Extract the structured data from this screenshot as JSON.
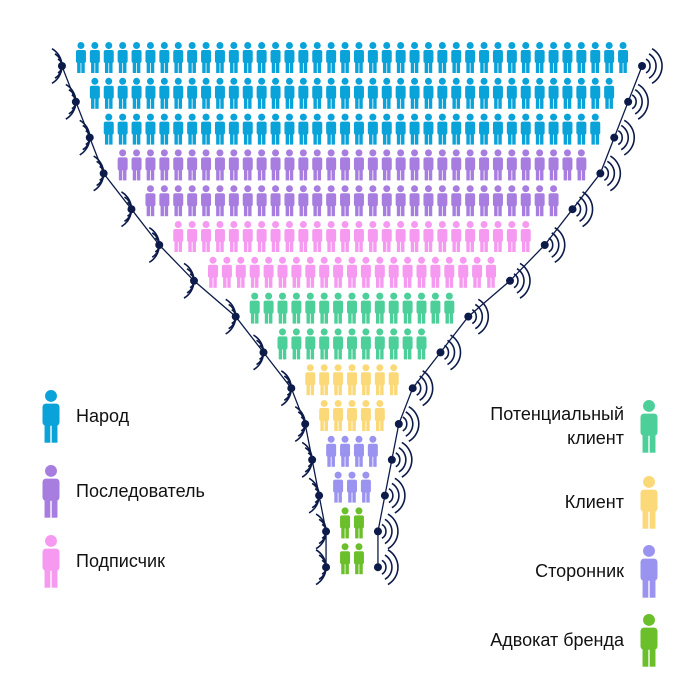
{
  "colors": {
    "people": "#0aa3d9",
    "follower": "#a77de0",
    "subscriber": "#f59af0",
    "prospect": "#4dcf9a",
    "client": "#fbd978",
    "supporter": "#9b93f0",
    "advocate": "#6bbf2a",
    "line": "#0d1b4a"
  },
  "funnel_rows": [
    {
      "segment": "people",
      "count": 40
    },
    {
      "segment": "people",
      "count": 38
    },
    {
      "segment": "people",
      "count": 36
    },
    {
      "segment": "follower",
      "count": 34
    },
    {
      "segment": "follower",
      "count": 30
    },
    {
      "segment": "subscriber",
      "count": 26
    },
    {
      "segment": "subscriber",
      "count": 21
    },
    {
      "segment": "prospect",
      "count": 15
    },
    {
      "segment": "prospect",
      "count": 11
    },
    {
      "segment": "client",
      "count": 7
    },
    {
      "segment": "client",
      "count": 5
    },
    {
      "segment": "supporter",
      "count": 4
    },
    {
      "segment": "supporter",
      "count": 3
    },
    {
      "segment": "advocate",
      "count": 2
    },
    {
      "segment": "advocate",
      "count": 2
    }
  ],
  "legend": {
    "people": "Народ",
    "follower": "Последователь",
    "subscriber": "Подписчик",
    "prospect_line1": "Потенциальный",
    "prospect_line2": "клиент",
    "client": "Клиент",
    "supporter": "Сторонник",
    "advocate": "Адвокат бренда"
  }
}
